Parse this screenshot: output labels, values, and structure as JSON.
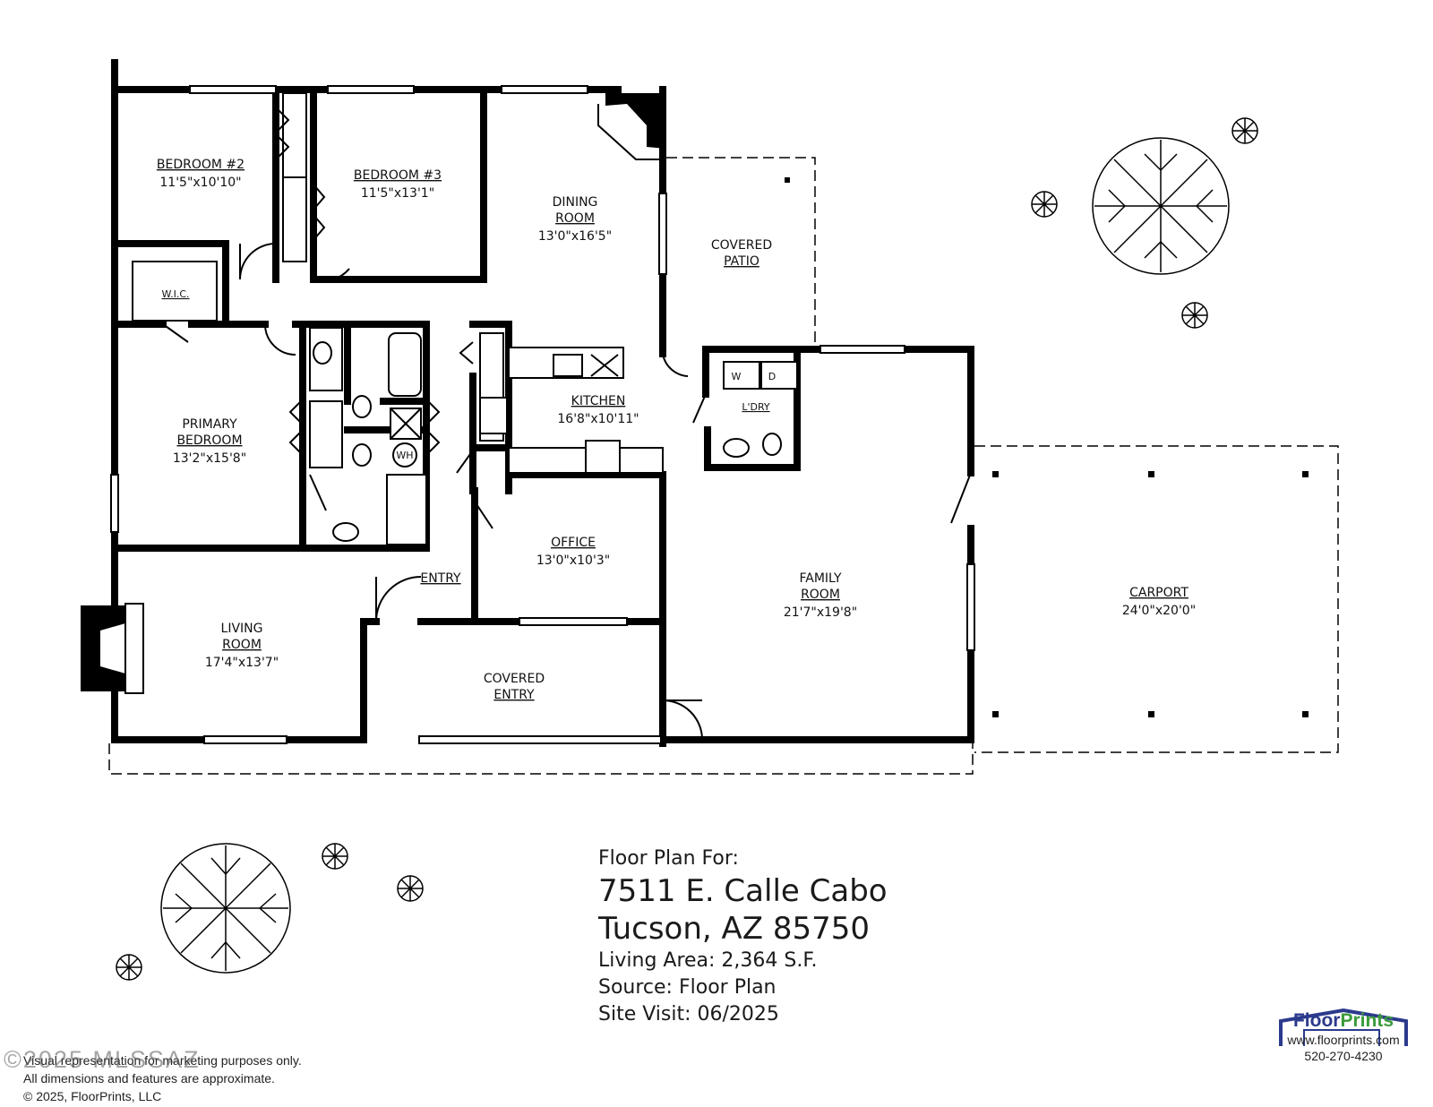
{
  "rooms": {
    "bedroom2": {
      "name": "BEDROOM #2",
      "dim": "11'5\"x10'10\""
    },
    "bedroom3": {
      "name": "BEDROOM #3",
      "dim": "11'5\"x13'1\""
    },
    "dining": {
      "name1": "DINING",
      "name2": "ROOM",
      "dim": "13'0\"x16'5\""
    },
    "covered_patio": {
      "name1": "COVERED",
      "name2": "PATIO"
    },
    "wic": {
      "name": "W.I.C."
    },
    "primary": {
      "name1": "PRIMARY",
      "name2": "BEDROOM",
      "dim": "13'2\"x15'8\""
    },
    "kitchen": {
      "name": "KITCHEN",
      "dim": "16'8\"x10'11\""
    },
    "laundry": {
      "name": "L'DRY",
      "washer": "W",
      "dryer": "D"
    },
    "water_heater": {
      "name": "WH"
    },
    "office": {
      "name": "OFFICE",
      "dim": "13'0\"x10'3\""
    },
    "entry": {
      "name": "ENTRY"
    },
    "family": {
      "name1": "FAMILY",
      "name2": "ROOM",
      "dim": "21'7\"x19'8\""
    },
    "carport": {
      "name": "CARPORT",
      "dim": "24'0\"x20'0\""
    },
    "living": {
      "name1": "LIVING",
      "name2": "ROOM",
      "dim": "17'4\"x13'7\""
    },
    "covered_entry": {
      "name1": "COVERED",
      "name2": "ENTRY"
    }
  },
  "info": {
    "heading": "Floor Plan For:",
    "address1": "7511 E. Calle Cabo",
    "address2": "Tucson, AZ  85750",
    "living_area": "Living Area:  2,364 S.F.",
    "source": "Source:  Floor Plan",
    "site_visit": "Site Visit:  06/2025"
  },
  "disclaimer": {
    "line1": "Visual representation for marketing purposes only.",
    "line2": "All dimensions and features are approximate.",
    "line3": "© 2025, FloorPrints, LLC"
  },
  "watermark": "©2025 MLSSAZ",
  "brand": {
    "name": "FloorPrints",
    "url": "www.floorprints.com",
    "phone": "520-270-4230",
    "color_navy": "#2b3a8c",
    "color_green": "#3a9a3a"
  }
}
